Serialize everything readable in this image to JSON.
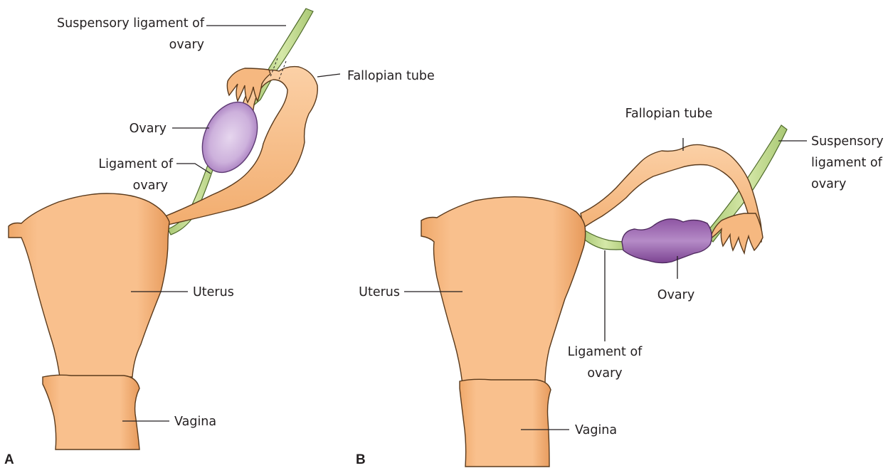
{
  "panel_a": {
    "letter": "A",
    "labels": {
      "suspensory_line1": "Suspensory ligament of",
      "suspensory_line2": "ovary",
      "fallopian": "Fallopian tube",
      "ovary": "Ovary",
      "ligament_line1": "Ligament of",
      "ligament_line2": "ovary",
      "uterus": "Uterus",
      "vagina": "Vagina"
    }
  },
  "panel_b": {
    "letter": "B",
    "labels": {
      "fallopian": "Fallopian tube",
      "suspensory_line1": "Suspensory",
      "suspensory_line2": "ligament of",
      "suspensory_line3": "ovary",
      "uterus": "Uterus",
      "ovary": "Ovary",
      "ligament_line1": "Ligament of",
      "ligament_line2": "ovary",
      "vagina": "Vagina"
    }
  },
  "colors": {
    "tissue": "#f9c08d",
    "tissue_dark": "#e89c5e",
    "ligament": "#c2da8e",
    "ovary_a": "#c4a6d4",
    "ovary_b": "#9a62ad",
    "outline": "#5a3a1c"
  }
}
